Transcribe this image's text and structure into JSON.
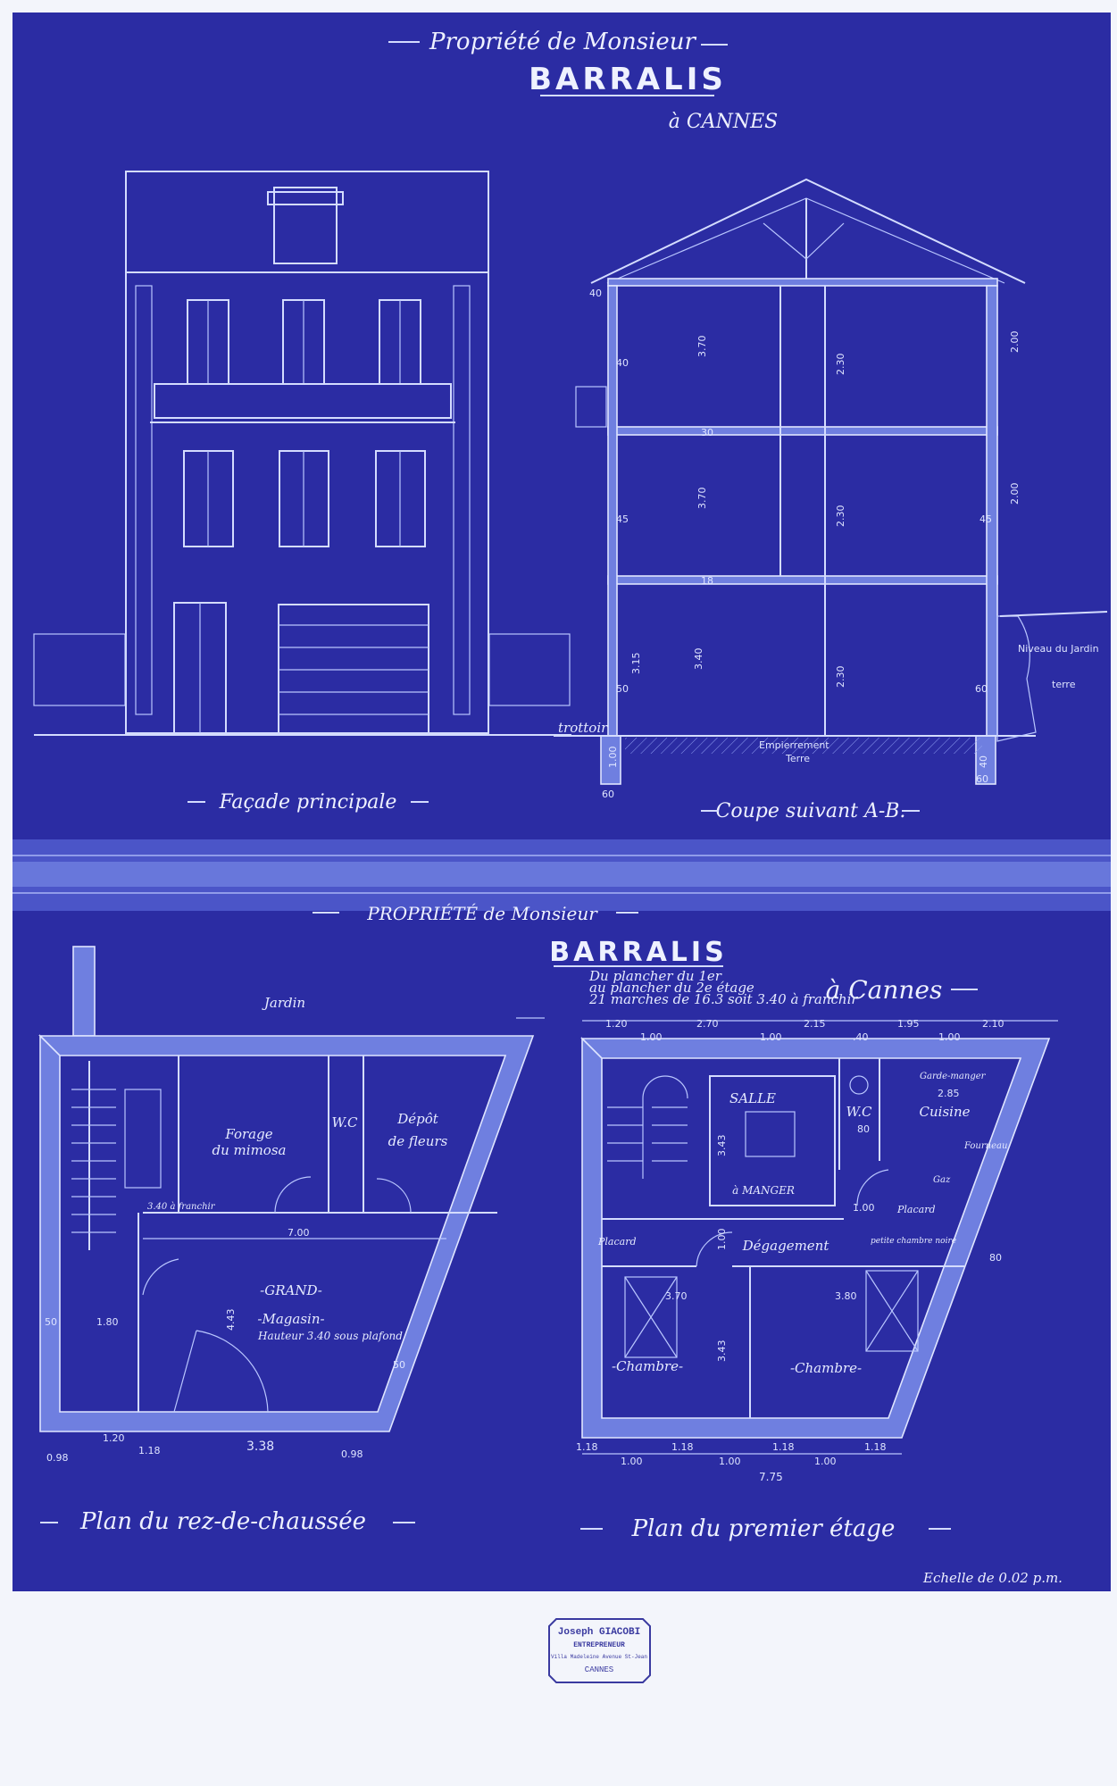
{
  "colors": {
    "paper_blue": "#2b2ca3",
    "line_white": "#d4dcff",
    "band_blue": "#5f6fd6",
    "stamp_ink": "#3a3aa0"
  },
  "top_title": {
    "line1": "Propriété de Monsieur",
    "line2": "BARRALIS",
    "line3": "à CANNES"
  },
  "facade": {
    "caption": "Façade principale"
  },
  "section": {
    "caption": "Coupe suivant A-B.",
    "dims": [
      "3.70",
      "2.30",
      "2.00",
      "3.70",
      "2.30",
      "2.00",
      "3.40",
      "2.30",
      "3.15",
      "40",
      "40",
      "45",
      "45",
      "50",
      "60",
      "30",
      "18",
      "1.00",
      "40",
      "60",
      "60"
    ],
    "words": [
      "trottoir",
      "Empierrement",
      "Terre",
      "Niveau du Jardin",
      "terre"
    ]
  },
  "bottom_title": {
    "line1": "PROPRIÉTÉ de Monsieur",
    "line2": "BARRALIS",
    "line3": "à Cannes"
  },
  "stair_note": [
    "Du plancher du 1er",
    "au plancher du 2e étage",
    "21 marches de 16.3 soit 3.40 à franchir"
  ],
  "ground_plan": {
    "caption": "Plan du rez-de-chaussée",
    "rooms": [
      "Jardin",
      "Forage",
      "du mimosa",
      "W.C",
      "Dépôt",
      "de fleurs",
      "-GRAND-",
      "-Magasin-",
      "Hauteur 3.40 sous plafond",
      "3.40 à franchir"
    ],
    "dims": [
      "7.00",
      "4.43",
      "1.80",
      "50",
      "1.20",
      "1.18",
      "3.38",
      "0.98",
      "0.98",
      "50"
    ]
  },
  "first_plan": {
    "caption": "Plan du premier étage",
    "rooms": [
      "SALLE",
      "à MANGER",
      "W.C",
      "Cuisine",
      "Garde-manger",
      "Fourneau",
      "Gaz",
      "Placard",
      "Placard",
      "Dégagement",
      "petite chambre noire",
      "-Chambre-",
      "-Chambre-"
    ],
    "top_dims": [
      "1.20",
      "2.70",
      "2.15",
      "1.95",
      "2.10",
      "1.00",
      "1.00",
      ".40",
      "1.00"
    ],
    "dims": [
      "2.85",
      "3.43",
      "80",
      "1.00",
      "1.00",
      "3.70",
      "3.80",
      "3.43",
      "80"
    ],
    "bottom_dims": [
      "1.18",
      "1.00",
      "1.18",
      "1.00",
      "1.18",
      "1.00",
      "1.18",
      "7.75"
    ]
  },
  "scale_note": "Echelle de 0.02 p.m.",
  "stamp": {
    "line1": "Joseph GIACOBI",
    "line2": "ENTREPRENEUR",
    "line3": "Villa Madeleine Avenue St-Jean",
    "line4": "CANNES"
  }
}
